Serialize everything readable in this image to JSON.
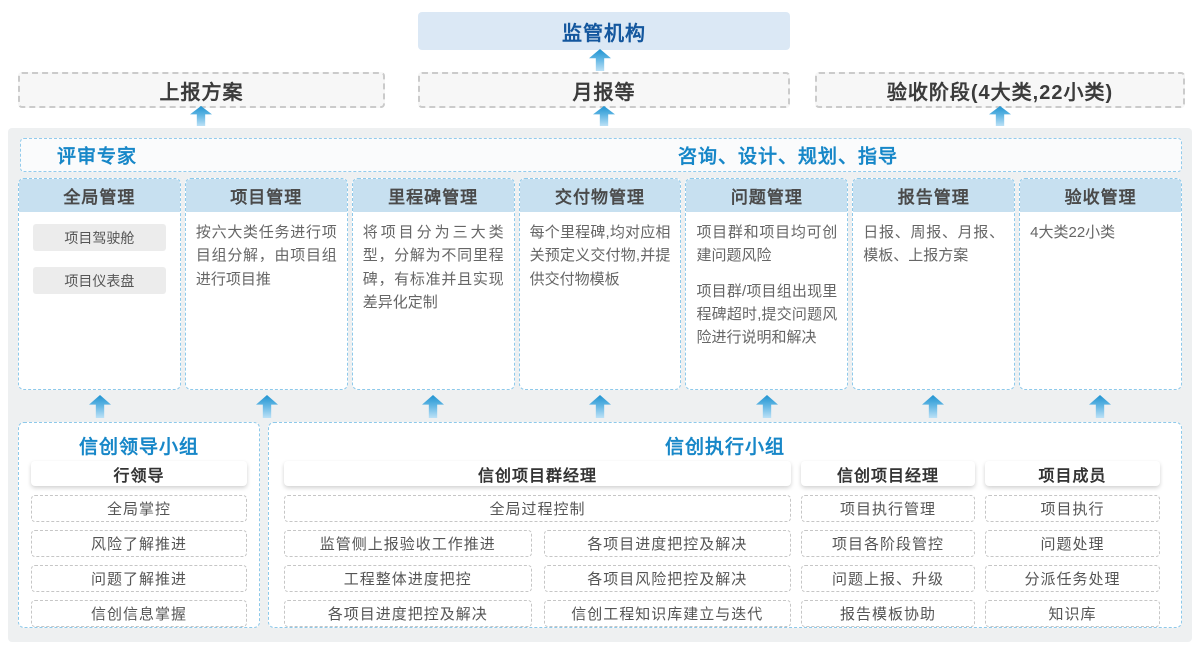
{
  "colors": {
    "accent_blue": "#1787c8",
    "dark_blue": "#14579e",
    "arrow_blue": "#1f93d1",
    "regulator_bg": "#dbe8f5",
    "column_header_bg": "#c7e0f0",
    "panel_bg": "#eef0f1",
    "dashed_blue_border": "#8ec9ea"
  },
  "top": {
    "regulator": "监管机构"
  },
  "report_row": [
    {
      "label": "上报方案"
    },
    {
      "label": "月报等"
    },
    {
      "label": "验收阶段(4大类,22小类)"
    }
  ],
  "panel": {
    "experts_label": "评审专家",
    "consult_label": "咨询、设计、规划、指导",
    "columns": [
      {
        "title": "全局管理",
        "chips": [
          "项目驾驶舱",
          "项目仪表盘"
        ]
      },
      {
        "title": "项目管理",
        "body": "按六大类任务进行项目组分解，由项目组进行项目推"
      },
      {
        "title": "里程碑管理",
        "body": "将项目分为三大类型，分解为不同里程碑，有标准并且实现差异化定制"
      },
      {
        "title": "交付物管理",
        "body": "每个里程碑,均对应相关预定义交付物,并提供交付物模板"
      },
      {
        "title": "问题管理",
        "body": "项目群和项目均可创建问题风险",
        "body2": "项目群/项目组出现里程碑超时,提交问题风险进行说明和解决"
      },
      {
        "title": "报告管理",
        "body": "日报、周报、月报、模板、上报方案"
      },
      {
        "title": "验收管理",
        "body": "4大类22小类"
      }
    ]
  },
  "bottom": {
    "leader_group": {
      "title": "信创领导小组",
      "role": "行领导",
      "items": [
        "全局掌控",
        "风险了解推进",
        "问题了解推进",
        "信创信息掌握"
      ]
    },
    "exec_group": {
      "title": "信创执行小组",
      "pgm": {
        "role": "信创项目群经理",
        "full_item": "全局过程控制",
        "left_items": [
          "监管侧上报验收工作推进",
          "工程整体进度把控",
          "各项目进度把控及解决"
        ],
        "right_items": [
          "各项目进度把控及解决",
          "各项目风险把控及解决",
          "信创工程知识库建立与迭代"
        ]
      },
      "pm": {
        "role": "信创项目经理",
        "items": [
          "项目执行管理",
          "项目各阶段管控",
          "问题上报、升级",
          "报告模板协助"
        ]
      },
      "member": {
        "role": "项目成员",
        "items": [
          "项目执行",
          "问题处理",
          "分派任务处理",
          "知识库"
        ]
      }
    }
  }
}
